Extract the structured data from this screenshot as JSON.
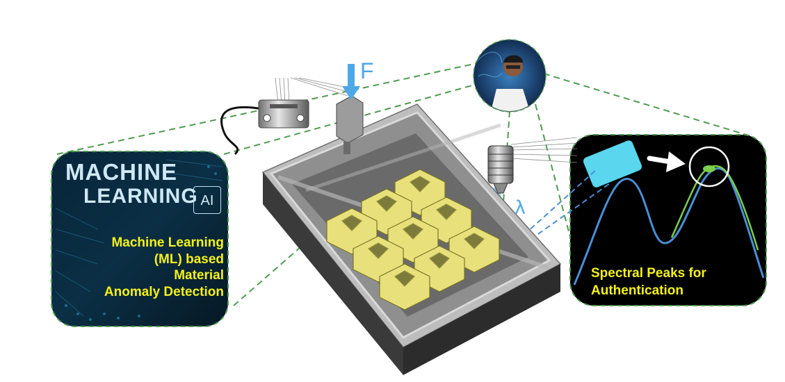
{
  "ml_panel": {
    "title_line1": "MACHINE",
    "title_line2": "LEARNING",
    "badge": "AI",
    "caption": [
      "Machine Learning",
      "(ML) based",
      "Material",
      "Anomaly Detection"
    ]
  },
  "spectral_panel": {
    "caption": [
      "Spectral Peaks for",
      "Authentication"
    ]
  },
  "labels": {
    "force": "F",
    "wavelength": "λ"
  },
  "colors": {
    "caption_yellow": "#f4f21a",
    "dashed_green": "#4e9a50",
    "spectrum_blue": "#4a8fd6",
    "spectrum_green": "#7ccf4a",
    "label_blue": "#4ea8e6",
    "resonator_yellow": "#e8e07a"
  }
}
